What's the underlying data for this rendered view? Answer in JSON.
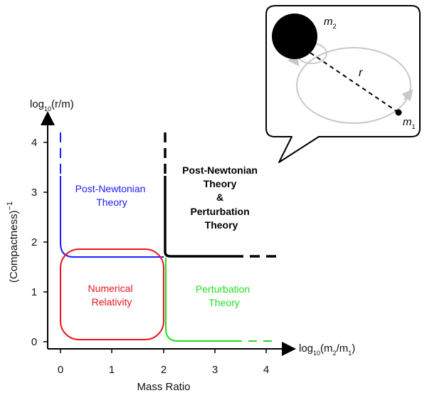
{
  "axes": {
    "y_top_label": {
      "pre": "log",
      "sub": "10",
      "post": "(r/m)"
    },
    "y_side_label": {
      "main": "(Compactness)",
      "sup": "−1"
    },
    "x_right_label": {
      "pre": "log",
      "sub": "10",
      "post1": "(m",
      "sub2": "2",
      "mid": "/m",
      "sub3": "1",
      "post2": ")"
    },
    "x_bottom_label": "Mass Ratio",
    "x_ticks": [
      "0",
      "1",
      "2",
      "3",
      "4"
    ],
    "y_ticks": [
      "0",
      "1",
      "2",
      "3",
      "4"
    ]
  },
  "regions": {
    "post_newtonian": {
      "lines": [
        "Post-Newtonian",
        "Theory"
      ],
      "color": "#1a1aff"
    },
    "numerical_relativity": {
      "lines": [
        "Numerical",
        "Relativity"
      ],
      "color": "#e8141b"
    },
    "perturbation": {
      "lines": [
        "Perturbation",
        "Theory"
      ],
      "color": "#22dd22"
    },
    "combined": {
      "lines": [
        "Post-Newtonian",
        "Theory",
        "&",
        "Perturbation",
        "Theory"
      ],
      "color": "#000000"
    }
  },
  "inset": {
    "m2_label": {
      "main": "m",
      "sub": "2"
    },
    "m1_label": {
      "main": "m",
      "sub": "1"
    },
    "r_label": "r",
    "orbit_color": "#c8c8c8"
  }
}
